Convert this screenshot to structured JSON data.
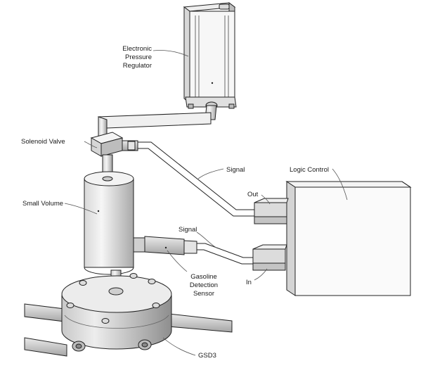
{
  "labels": {
    "regulator": [
      "Electronic",
      "Pressure",
      "Regulator"
    ],
    "solenoid": "Solenoid Valve",
    "small_volume": "Small Volume",
    "signal_top": "Signal",
    "signal_bottom": "Signal",
    "logic_control": "Logic Control",
    "out": "Out",
    "in": "In",
    "sensor": [
      "Gasoline",
      "Detection",
      "Sensor"
    ],
    "gsd3": "GSD3"
  },
  "colors": {
    "body_light": "#f2f2f2",
    "body_mid": "#d9d9d9",
    "body_dark": "#9a9a9a",
    "outline": "#222222",
    "background": "#ffffff"
  }
}
